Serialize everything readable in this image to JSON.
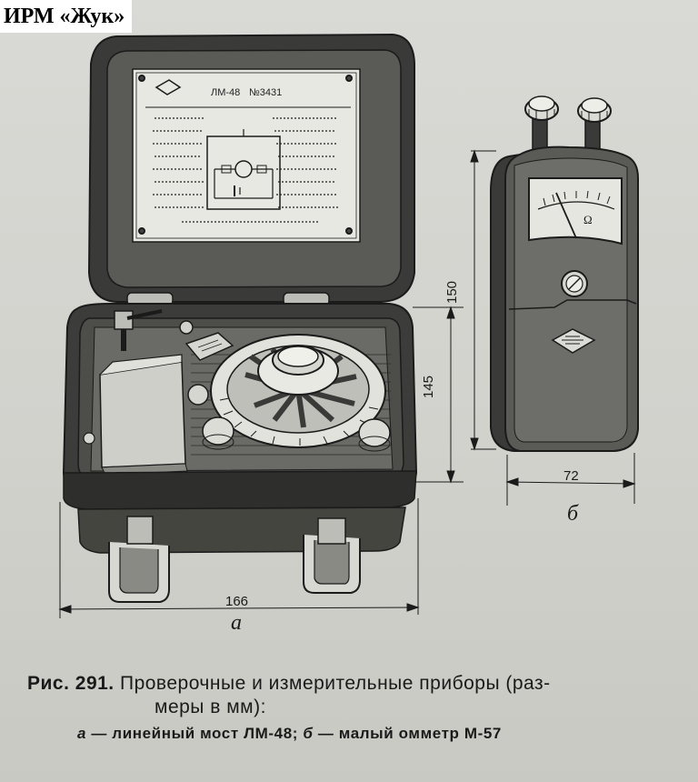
{
  "header": {
    "title": "ИРМ «Жук»"
  },
  "plate": {
    "model": "ЛМ-48",
    "serial": "№3431"
  },
  "dimensions": {
    "width_a": "166",
    "height_a": "145",
    "height_b": "150",
    "width_b": "72"
  },
  "labels": {
    "a": "а",
    "b": "б"
  },
  "caption": {
    "fig_label": "Рис. 291.",
    "line1": "Проверочные и измерительные приборы (раз-",
    "line2": "меры в мм):",
    "a_letter": "а",
    "a_text": " — линейный мост ЛМ-48; ",
    "b_letter": "б",
    "b_text": " — малый омметр М-57"
  }
}
